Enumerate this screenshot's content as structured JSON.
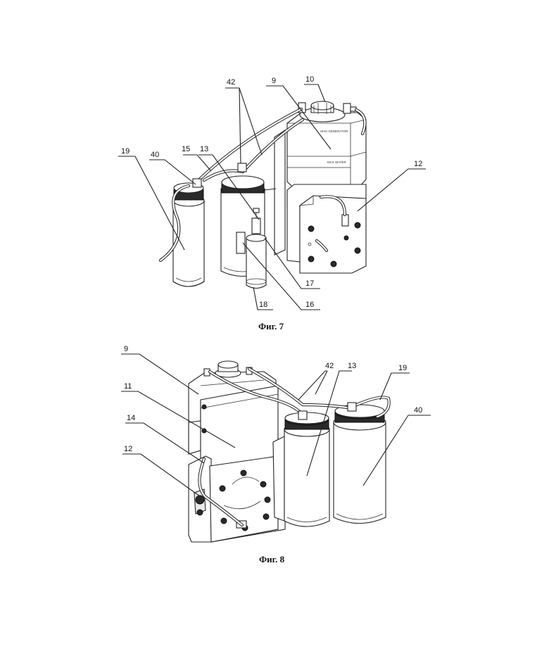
{
  "figures": [
    {
      "caption": "Фиг. 7",
      "labels": [
        "42",
        "9",
        "10",
        "19",
        "40",
        "15",
        "13",
        "12",
        "17",
        "16",
        "18"
      ],
      "panel_text": [
        "HHO GENERATOR",
        "MAX WATER"
      ]
    },
    {
      "caption": "Фиг. 8",
      "labels": [
        "9",
        "42",
        "13",
        "19",
        "11",
        "40",
        "14",
        "12"
      ]
    }
  ]
}
